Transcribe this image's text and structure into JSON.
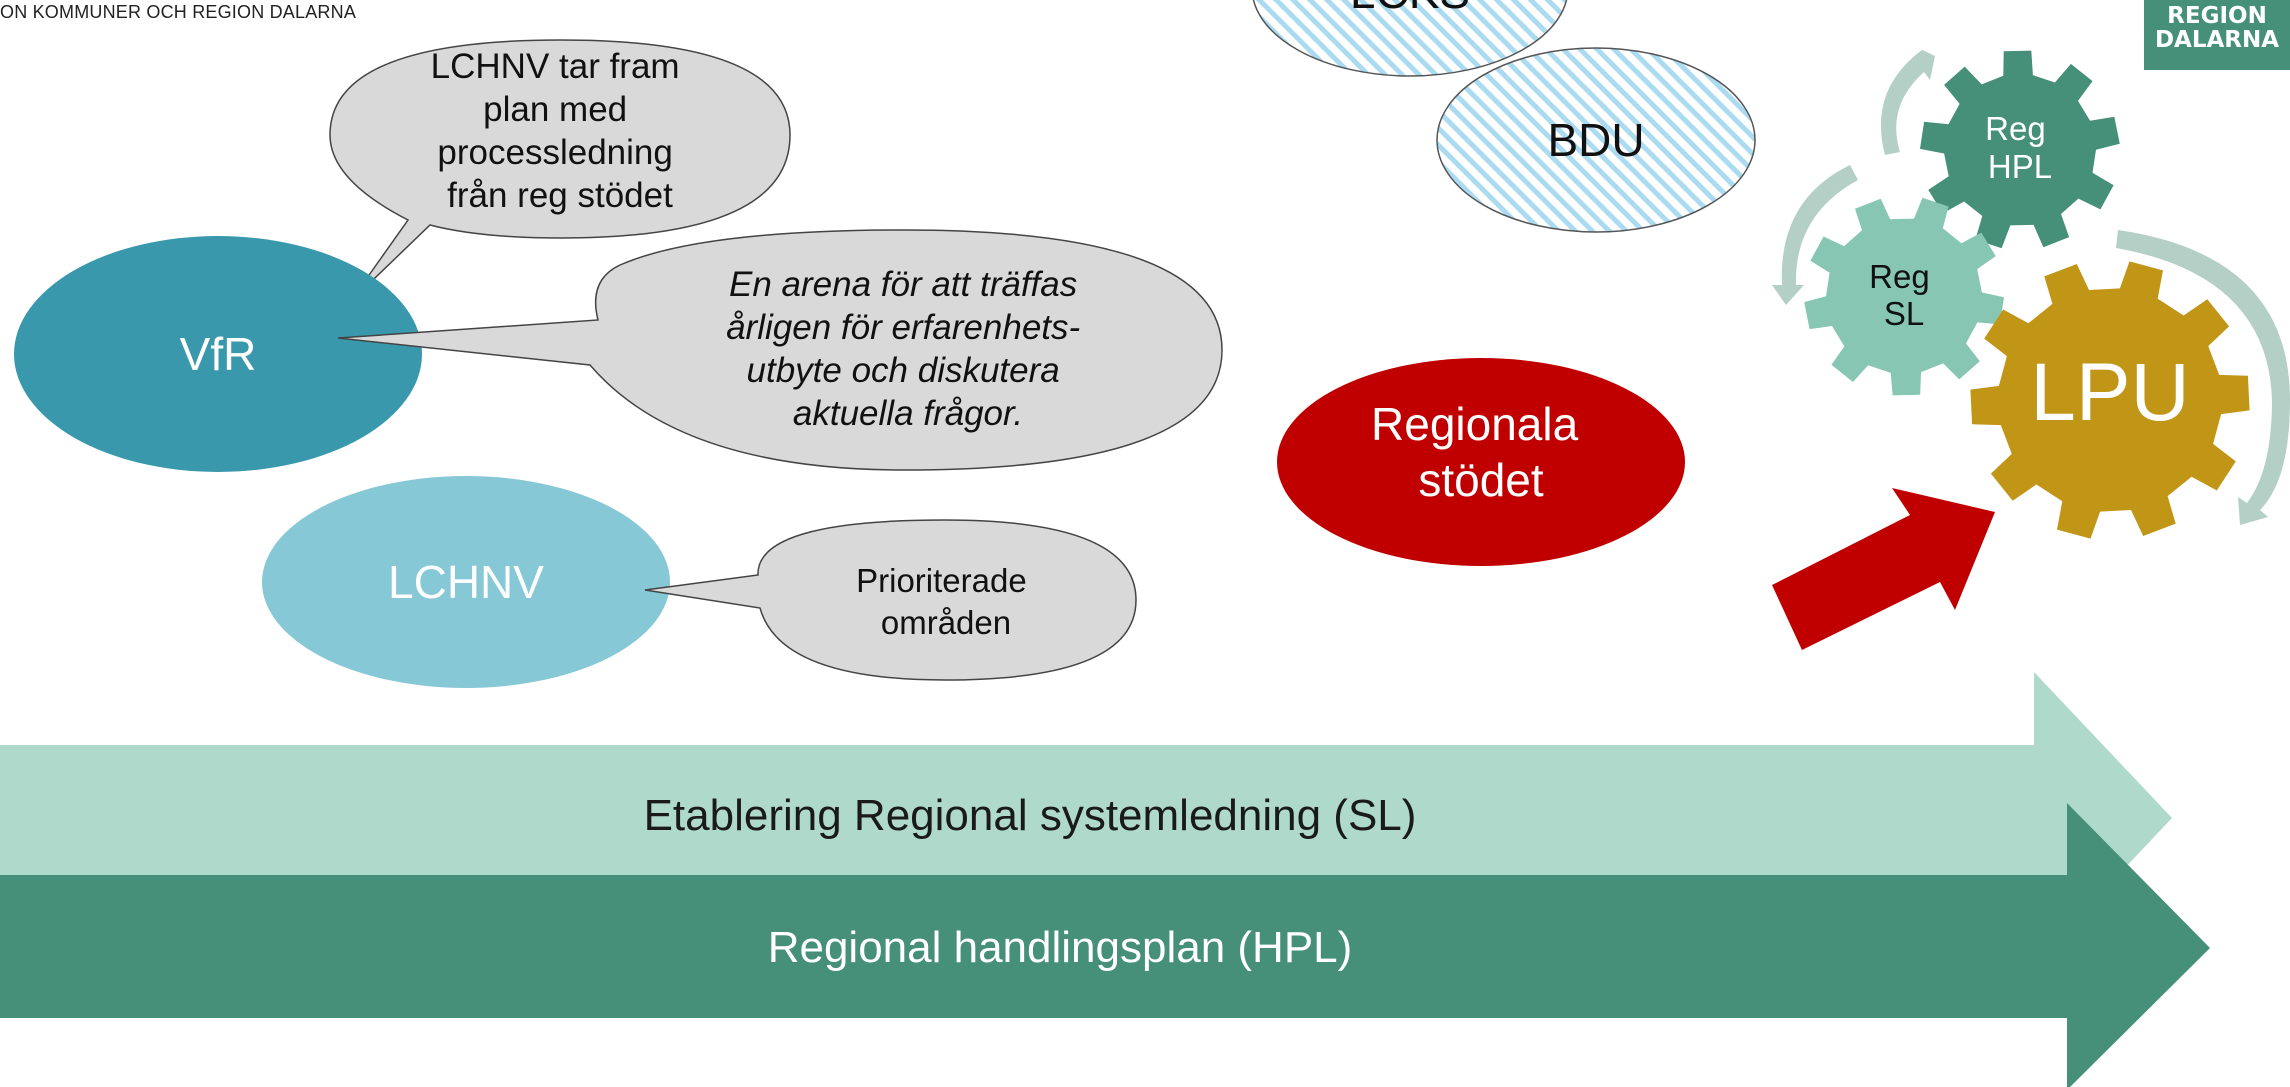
{
  "header": {
    "text": "ON KOMMUNER OCH REGION DALARNA"
  },
  "logo": {
    "line1": "REGION",
    "line2": "DALARNA"
  },
  "nodes": {
    "vfr": "VfR",
    "lchnv": "LCHNV",
    "lcks": "LCKS",
    "bdu": "BDU",
    "regionala_stodet": [
      "Regionala",
      "stödet"
    ]
  },
  "callouts": {
    "plan": [
      "LCHNV tar fram",
      "plan med",
      "processledning",
      "från reg stödet"
    ],
    "arena": [
      "En arena för att träffas",
      "årligen för erfarenhets-",
      "utbyte och diskutera",
      "aktuella frågor."
    ],
    "prio": [
      "Prioriterade",
      "områden"
    ]
  },
  "gears": {
    "reg_hpl": [
      "Reg",
      "HPL"
    ],
    "reg_sl": [
      "Reg",
      "SL"
    ],
    "lpu": "LPU"
  },
  "arrows": {
    "sl": "Etablering Regional systemledning (SL)",
    "hpl": "Regional handlingsplan (HPL)"
  },
  "colors": {
    "vfr": "#3a98ad",
    "lchnv": "#87c8d6",
    "regionala": "#c00000",
    "callout_fill": "#d9d9d9",
    "gear_hpl": "#468f79",
    "gear_sl": "#86c6b3",
    "gear_lpu": "#c19516",
    "cycle_arrow": "#b4d0c6",
    "arrow_sl": "#aed9cb",
    "arrow_hpl": "#468f79",
    "red_arrow": "#c00000",
    "hatch": "#aadbf0"
  }
}
